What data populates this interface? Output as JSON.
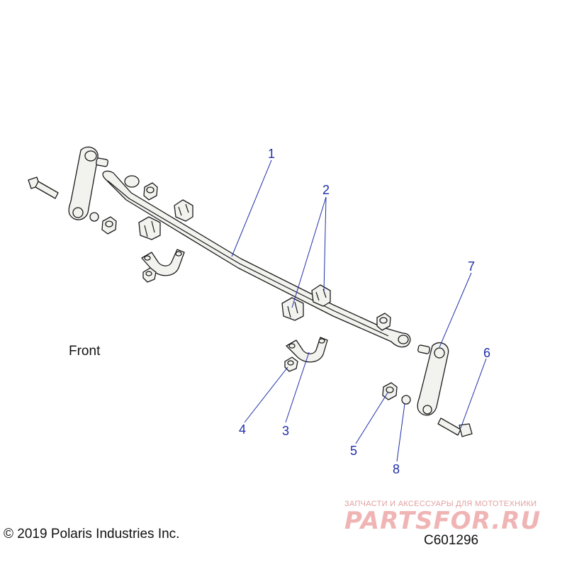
{
  "front_label": "Front",
  "copyright": "© 2019 Polaris Industries Inc.",
  "drawing_code": "C601296",
  "watermark": {
    "caption": "ЗАПЧАСТИ И АКСЕССУАРЫ ДЛЯ МОТОТЕХНИКИ",
    "logo": "PARTSFOR.RU"
  },
  "callouts": [
    "1",
    "2",
    "3",
    "4",
    "5",
    "6",
    "7",
    "8"
  ],
  "colors": {
    "callout": "#1f2fa8",
    "line": "#1a1a1a",
    "watermark": "#f0b4b4"
  }
}
